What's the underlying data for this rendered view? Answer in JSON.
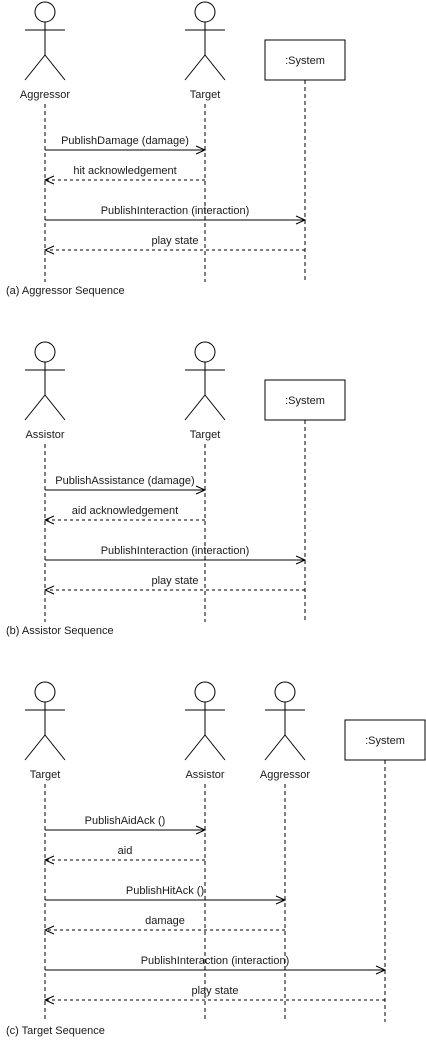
{
  "diagrams": [
    {
      "caption": "(a) Aggressor Sequence",
      "actors": [
        {
          "label": "Aggressor",
          "kind": "actor"
        },
        {
          "label": "Target",
          "kind": "actor"
        },
        {
          "label": ":System",
          "kind": "object"
        }
      ],
      "messages": [
        {
          "from": 0,
          "to": 1,
          "label": "PublishDamage (damage)",
          "kind": "call"
        },
        {
          "from": 1,
          "to": 0,
          "label": "hit acknowledgement",
          "kind": "return"
        },
        {
          "from": 0,
          "to": 2,
          "label": "PublishInteraction (interaction)",
          "kind": "call"
        },
        {
          "from": 2,
          "to": 0,
          "label": "play state",
          "kind": "return"
        }
      ]
    },
    {
      "caption": "(b) Assistor Sequence",
      "actors": [
        {
          "label": "Assistor",
          "kind": "actor"
        },
        {
          "label": "Target",
          "kind": "actor"
        },
        {
          "label": ":System",
          "kind": "object"
        }
      ],
      "messages": [
        {
          "from": 0,
          "to": 1,
          "label": "PublishAssistance (damage)",
          "kind": "call"
        },
        {
          "from": 1,
          "to": 0,
          "label": "aid acknowledgement",
          "kind": "return"
        },
        {
          "from": 0,
          "to": 2,
          "label": "PublishInteraction (interaction)",
          "kind": "call"
        },
        {
          "from": 2,
          "to": 0,
          "label": "play state",
          "kind": "return"
        }
      ]
    },
    {
      "caption": "(c) Target Sequence",
      "actors": [
        {
          "label": "Target",
          "kind": "actor"
        },
        {
          "label": "Assistor",
          "kind": "actor"
        },
        {
          "label": "Aggressor",
          "kind": "actor"
        },
        {
          "label": ":System",
          "kind": "object"
        }
      ],
      "messages": [
        {
          "from": 0,
          "to": 1,
          "label": "PublishAidAck ()",
          "kind": "call"
        },
        {
          "from": 1,
          "to": 0,
          "label": "aid",
          "kind": "return"
        },
        {
          "from": 0,
          "to": 2,
          "label": "PublishHitAck ()",
          "kind": "call"
        },
        {
          "from": 2,
          "to": 0,
          "label": "damage",
          "kind": "return"
        },
        {
          "from": 0,
          "to": 3,
          "label": "PublishInteraction (interaction)",
          "kind": "call"
        },
        {
          "from": 3,
          "to": 0,
          "label": "play state",
          "kind": "return"
        }
      ]
    }
  ]
}
